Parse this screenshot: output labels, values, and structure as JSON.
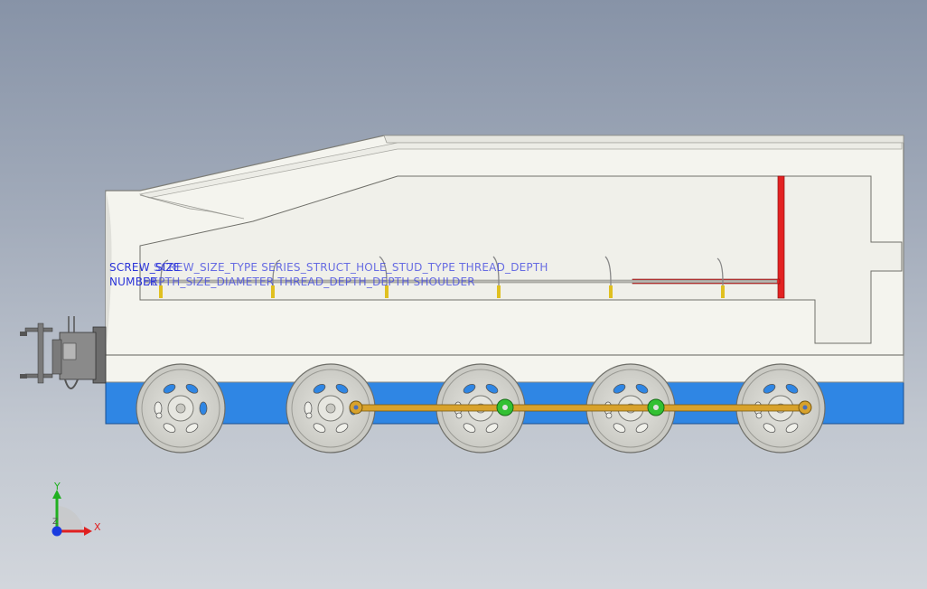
{
  "viewport": {
    "annotations": {
      "line1": "SCREW_SIZE",
      "line1_overlap": "SCREW_SIZE_TYPE SERIES_STRUCT_HOLE_STUD_TYPE THREAD_DEPTH",
      "line2": "NUMBER",
      "line2_overlap": "DEPTH_SIZE_DIAMETER THREAD_DEPTH_DEPTH SHOULDER"
    },
    "triad": {
      "x_label": "X",
      "y_label": "Y",
      "z_label": "Z"
    },
    "colors": {
      "background_top": "#8793a7",
      "background_bottom": "#d2d6dc",
      "body": "#f4f4ee",
      "base_band": "#2f86e4",
      "connecting_rod": "#d8a22c",
      "pipe": "#e32222",
      "joint": "#32c032",
      "wheel": "#d2d2cc",
      "wheel_hole": "#2f86e4",
      "annotation_text": "#2a33d8",
      "axis_x": "#e02020",
      "axis_y": "#20b020",
      "axis_z": "#1a3ce0"
    }
  }
}
